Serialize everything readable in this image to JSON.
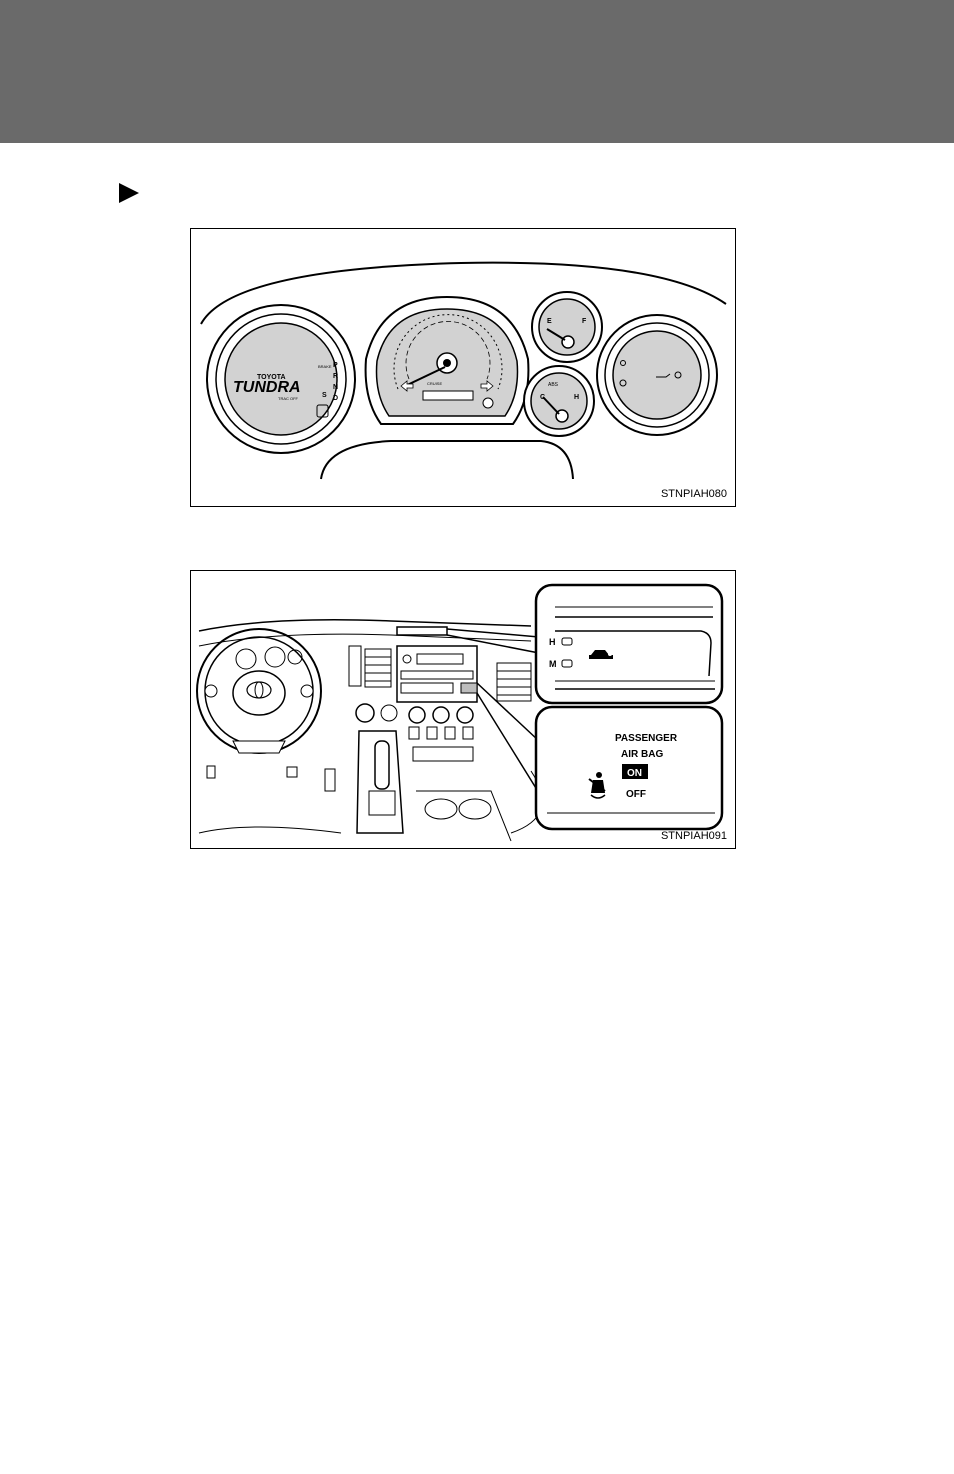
{
  "figures": {
    "cluster": {
      "code": "STNPIAH080",
      "brand": "TOYOTA",
      "model": "TUNDRA",
      "gear_letters": [
        "P",
        "R",
        "N",
        "D",
        "S"
      ],
      "brake_label": "BRAKE",
      "trac_label": "TRAC OFF",
      "cruise_label": "CRUISE",
      "abs_label": "ABS",
      "fuel_e": "E",
      "fuel_f": "F",
      "temp_c": "C",
      "temp_h": "H"
    },
    "dashboard": {
      "code": "STNPIAH091",
      "h_label": "H",
      "m_label": "M",
      "passenger": "PASSENGER",
      "airbag": "AIR BAG",
      "on": "ON",
      "off": "OFF"
    }
  }
}
